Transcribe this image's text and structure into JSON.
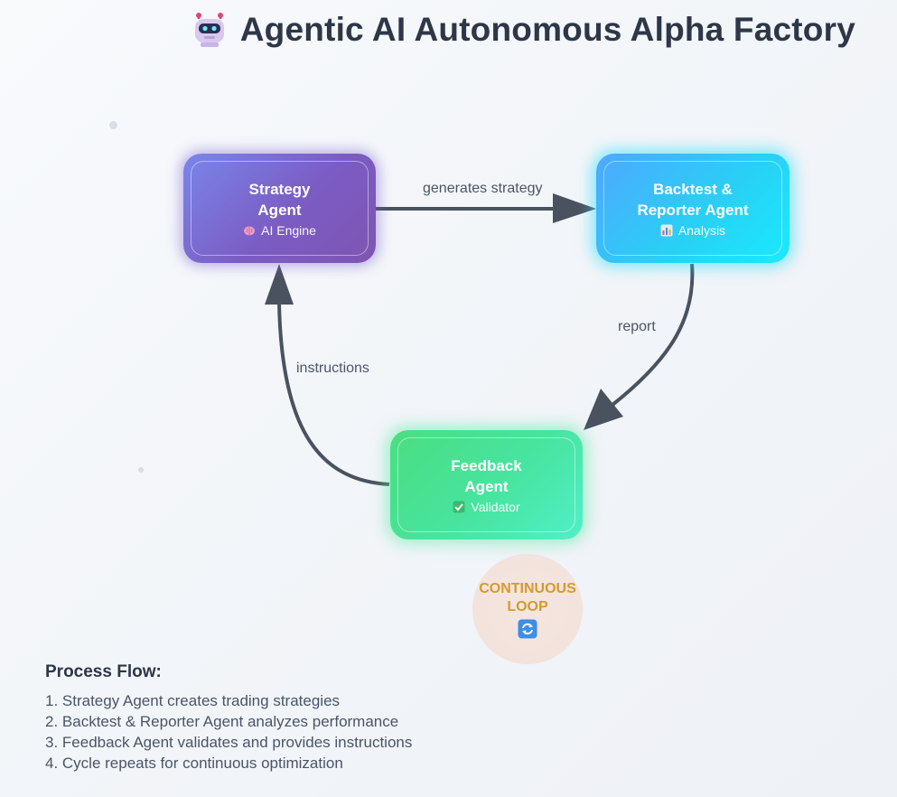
{
  "title": {
    "text": "Agentic AI Autonomous Alpha Factory",
    "icon": "robot-icon"
  },
  "nodes": {
    "strategy": {
      "line1": "Strategy",
      "line2": "Agent",
      "sub": "AI Engine",
      "sub_icon": "brain-icon"
    },
    "backtest": {
      "line1": "Backtest &",
      "line2": "Reporter Agent",
      "sub": "Analysis",
      "sub_icon": "bar-chart-icon"
    },
    "feedback": {
      "line1": "Feedback",
      "line2": "Agent",
      "sub": "Validator",
      "sub_icon": "checkmark-icon"
    }
  },
  "edges": {
    "strategy_to_backtest": "generates strategy",
    "backtest_to_feedback": "report",
    "feedback_to_strategy": "instructions"
  },
  "loop": {
    "line1": "CONTINUOUS",
    "line2": "LOOP",
    "icon": "refresh-icon"
  },
  "process": {
    "title": "Process Flow:",
    "steps": [
      "1. Strategy Agent creates trading strategies",
      "2. Backtest & Reporter Agent analyzes performance",
      "3. Feedback Agent validates and provides instructions",
      "4. Cycle repeats for continuous optimization"
    ]
  },
  "colors": {
    "strategy": "#7b5cc3",
    "backtest": "#27d2f5",
    "feedback": "#48e4a0",
    "arrow": "#4a5260",
    "loop_text": "#d69a2c"
  }
}
